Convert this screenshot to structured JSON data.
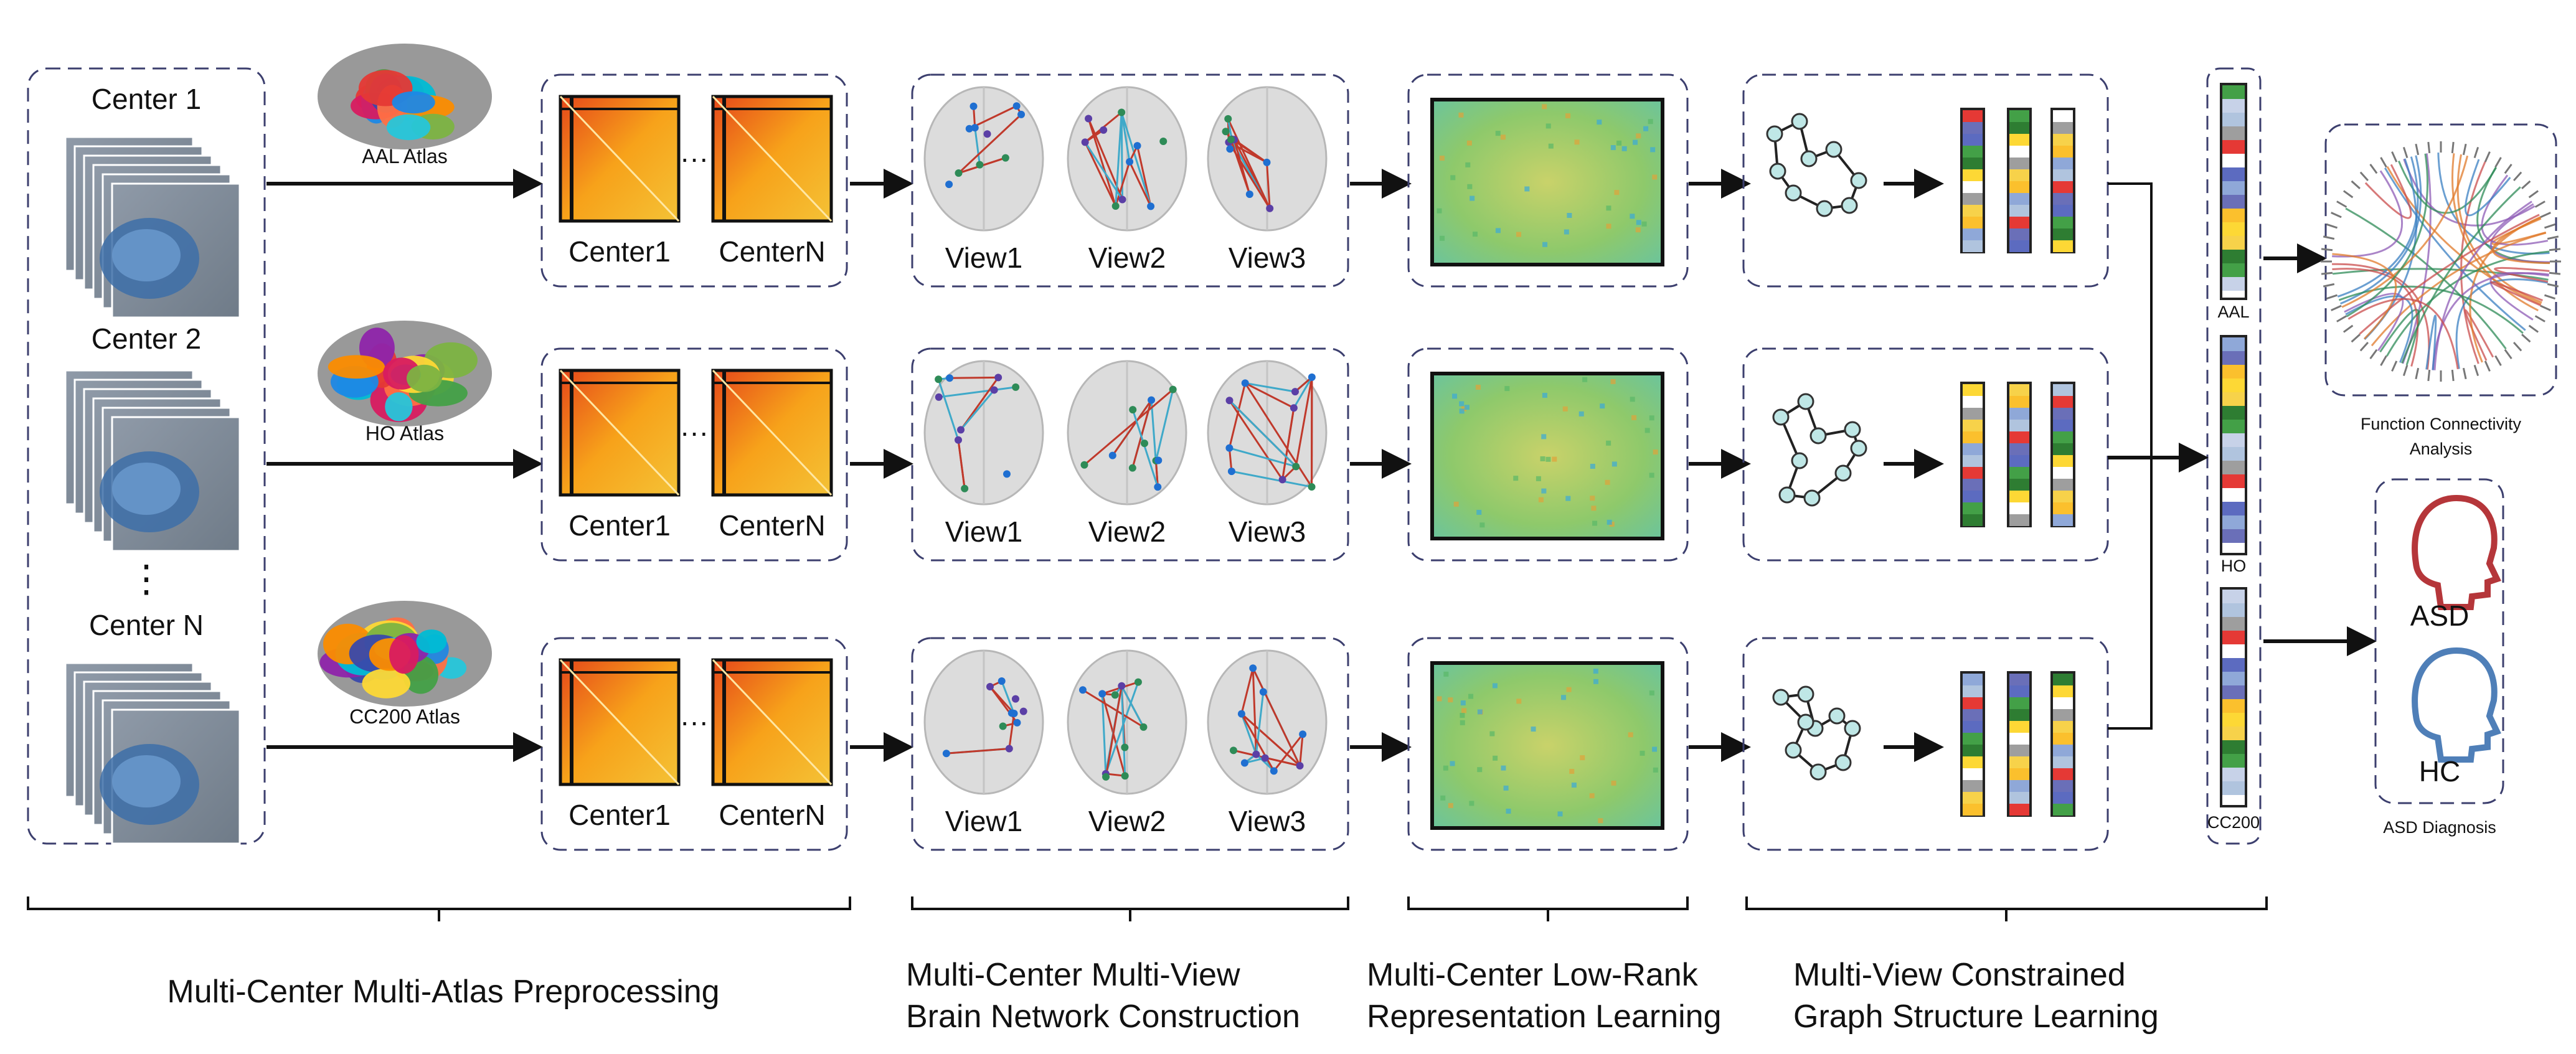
{
  "preprocessing": {
    "centers": [
      "Center 1",
      "Center 2",
      "Center N"
    ],
    "ellipsis": "⋮",
    "atlases": [
      "AAL Atlas",
      "HO Atlas",
      "CC200 Atlas"
    ],
    "matrix_labels": [
      "Center1",
      "CenterN"
    ],
    "matrix_dots": "···"
  },
  "network": {
    "views": [
      "View1",
      "View2",
      "View3"
    ]
  },
  "fusion": {
    "atlas_tags": [
      "AAL",
      "HO",
      "CC200"
    ]
  },
  "outputs": {
    "fc_analysis": [
      "Function Connectivity",
      "Analysis"
    ],
    "diagnosis_classes": [
      "ASD",
      "HC"
    ],
    "diagnosis_caption": "ASD Diagnosis"
  },
  "stages": {
    "preprocessing": [
      "Multi-Center Multi-Atlas Preprocessing"
    ],
    "network": [
      "Multi-Center Multi-View",
      "Brain Network Construction"
    ],
    "lowrank": [
      "Multi-Center Low-Rank",
      "Representation Learning"
    ],
    "graph": [
      "Multi-View Constrained",
      "Graph Structure Learning"
    ]
  },
  "colors": {
    "frame": "#3c3f6e",
    "asd_head": "#b5363a",
    "hc_head": "#4f7fb8",
    "heatmap": "#f7a21a",
    "lowrank": "#8ec96b"
  }
}
